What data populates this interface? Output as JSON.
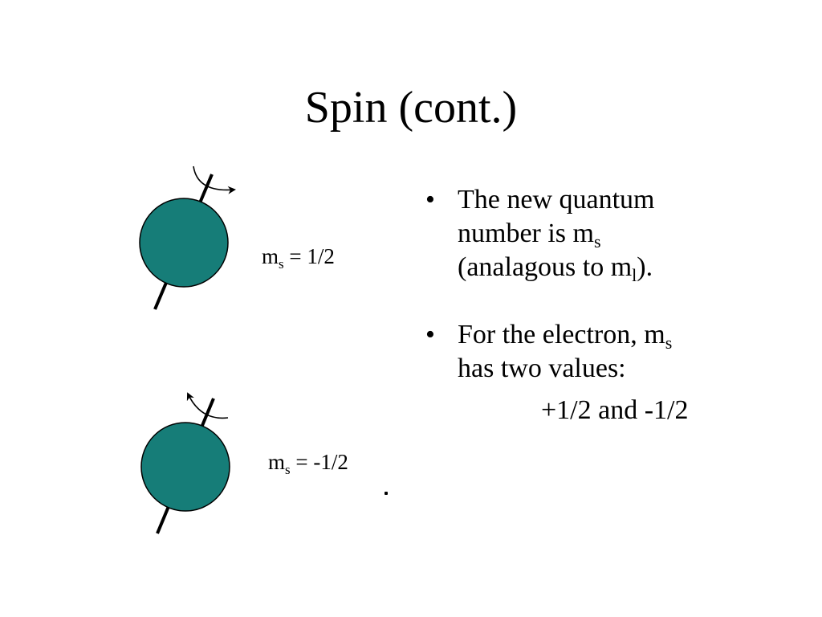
{
  "slide": {
    "title": "Spin (cont.)",
    "sphere_color": "#167d78",
    "spin_up": {
      "prefix": "m",
      "subscript": "s",
      "suffix": " = 1/2"
    },
    "spin_down": {
      "prefix": "m",
      "subscript": "s",
      "suffix": " = -1/2"
    },
    "bullet_marker": "•",
    "bullets": [
      {
        "line1": "The new quantum",
        "line2_prefix": "number is m",
        "line2_sub": "s",
        "line3_prefix": "(analagous to m",
        "line3_sub": "l",
        "line3_suffix": ")."
      },
      {
        "line1_prefix": "For the electron, m",
        "line1_sub": "s",
        "line2": "has two values:",
        "values": "+1/2 and -1/2"
      }
    ]
  }
}
